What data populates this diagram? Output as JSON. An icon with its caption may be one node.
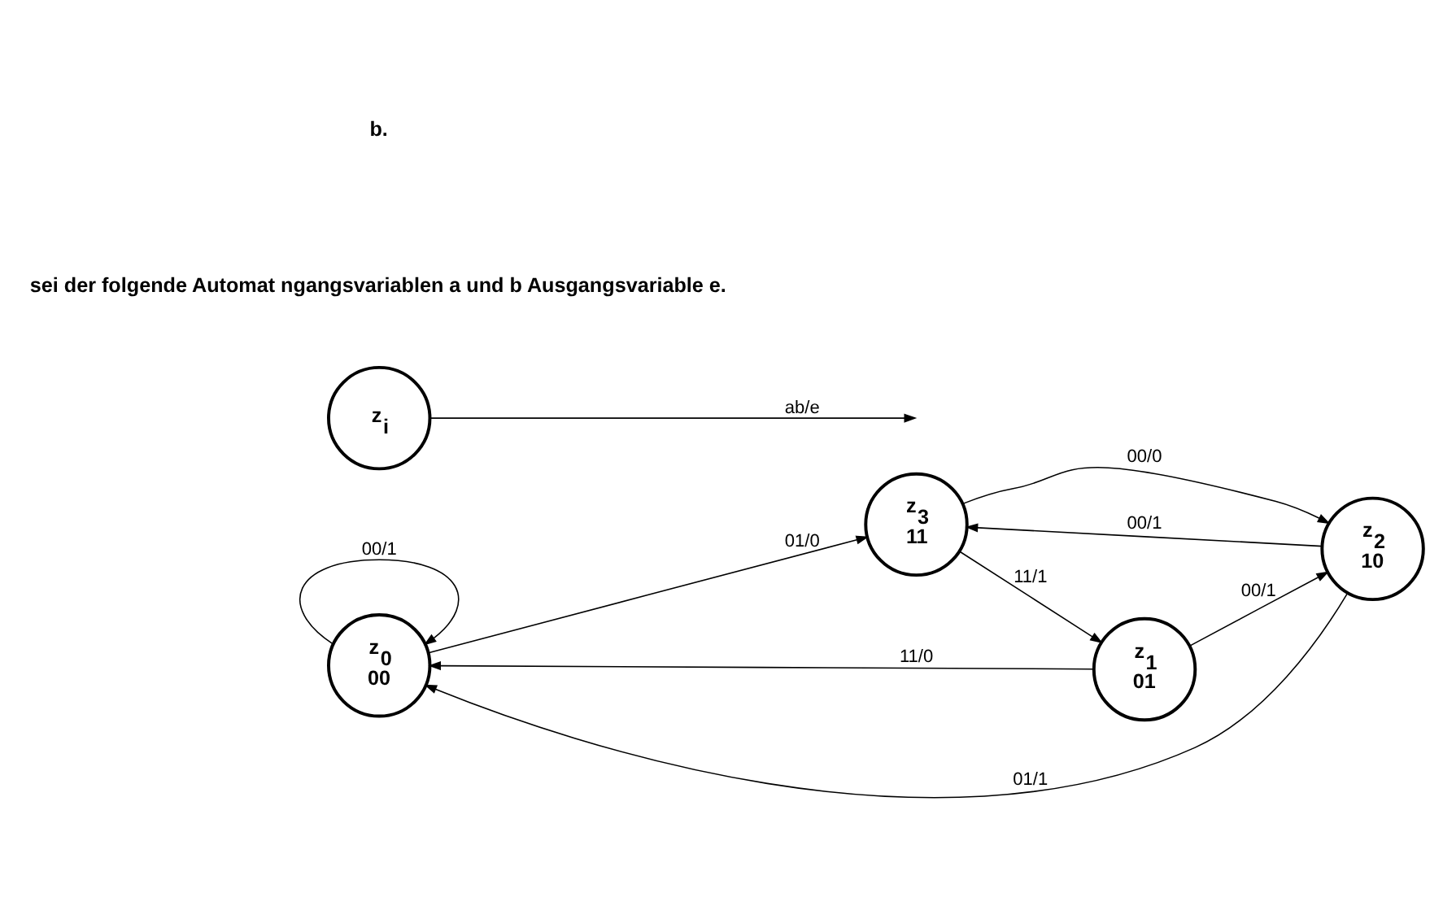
{
  "diagram": {
    "nodes": [
      {
        "text": [
          "z$_{0}$",
          "00"
        ]
      },
      {
        "text": [
          "z$_{1}$",
          "01"
        ]
      },
      {
        "text": [
          "z$_{2}$",
          "10"
        ]
      },
      {
        "text": [
          "z$_{3}$",
          "11"
        ]
      },
      {
        "text": [
          "z$_{i}$"
        ]
      }
    ],
    "edges": [
      {
        "from": 0,
        "to": 0,
        "arrow": "to",
        "label": "00/1"
      },
      {
        "from": 1,
        "to": 0,
        "arrow": "to",
        "label": "11/0"
      },
      {
        "from": 0,
        "to": 3,
        "arrow": "to",
        "label": "01/0"
      },
      {
        "from": 1,
        "to": 2,
        "arrow": "to",
        "label": "00/1"
      },
      {
        "from": 2,
        "to": 0,
        "arrow": "to",
        "label": "01/1"
      },
      {
        "from": 3,
        "to": 1,
        "arrow": "to",
        "label": "11/1"
      },
      {
        "from": 2,
        "to": 3,
        "arrow": "to",
        "label": "00/1"
      },
      {
        "from": 3,
        "to": 2,
        "arrow": "to",
        "label": "00/0"
      },
      {
        "from": 4,
        "to": null,
        "arrow": "to",
        "label": "ab/e"
      }
    ],
    "labels": [
      "b.",
      "sei der folgende Automat ngangsvariablen a und b Ausgangsvariable e."
    ]
  }
}
